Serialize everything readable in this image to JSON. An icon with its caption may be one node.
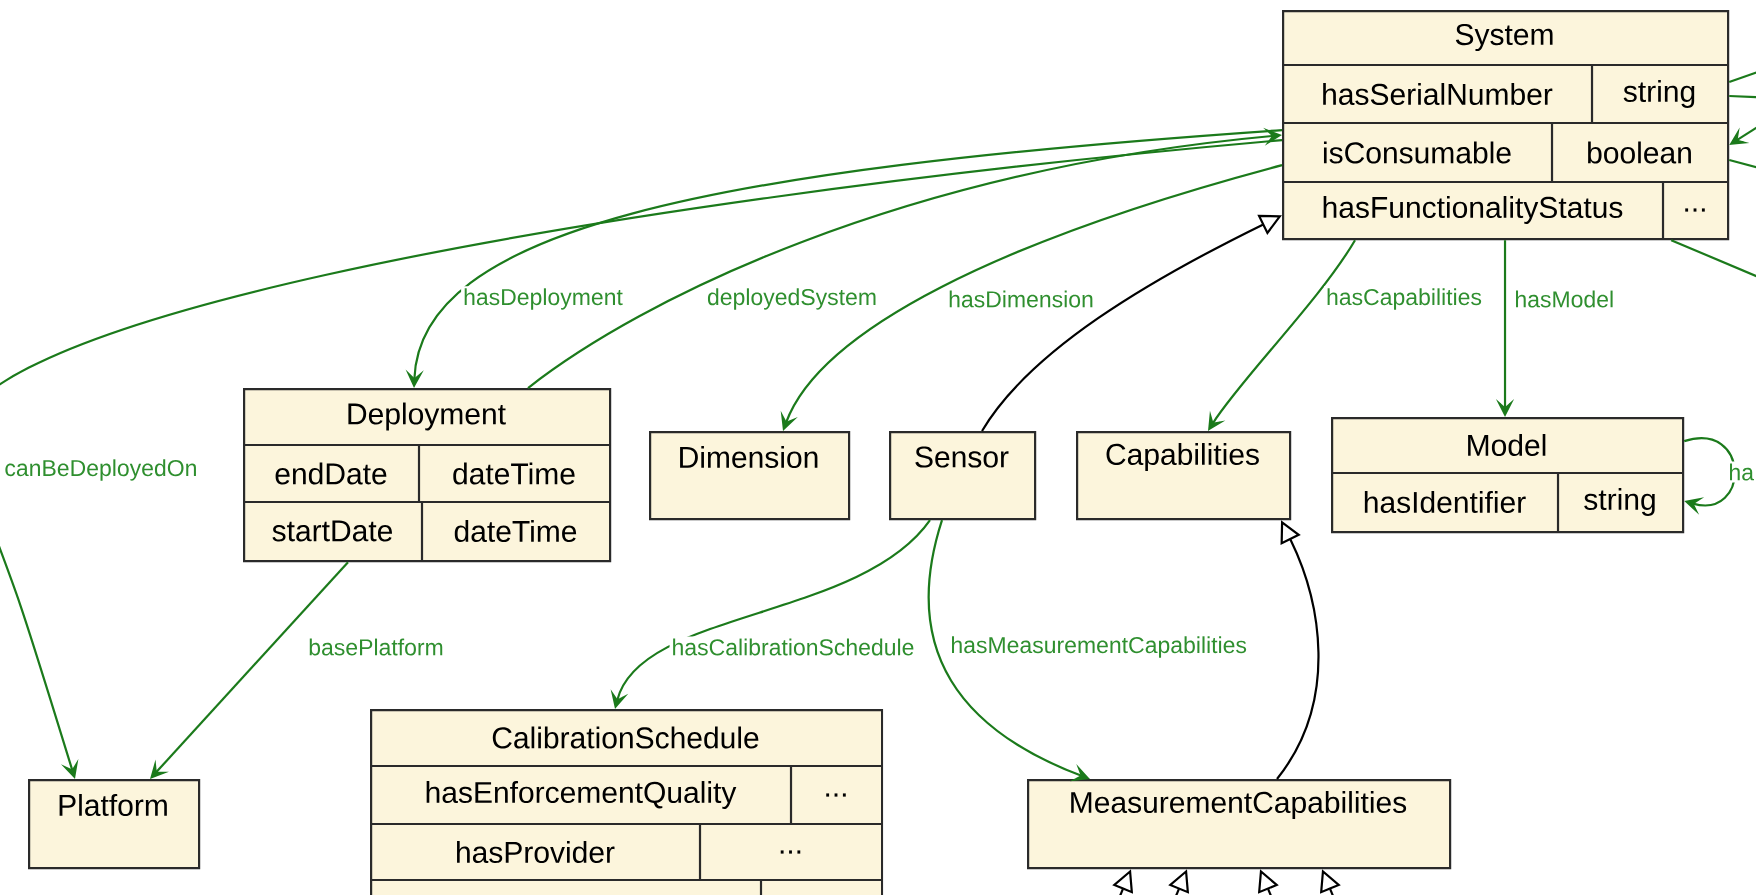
{
  "diagram": {
    "nodes": [
      {
        "text": [
          "System",
          "hasSerialNumber",
          "string",
          "isConsumable",
          "boolean",
          "hasFunctionalityStatus",
          "..."
        ]
      },
      {
        "text": [
          "Deployment",
          "endDate",
          "dateTime",
          "startDate",
          "dateTime"
        ]
      },
      {
        "text": [
          "Dimension"
        ]
      },
      {
        "text": [
          "Sensor"
        ]
      },
      {
        "text": [
          "Capabilities"
        ]
      },
      {
        "text": [
          "Model",
          "hasIdentifier",
          "string"
        ]
      },
      {
        "text": [
          "Platform"
        ]
      },
      {
        "text": [
          "CalibrationSchedule",
          "hasEnforcementQuality",
          "...",
          "hasProvider",
          "..."
        ]
      },
      {
        "text": [
          "MeasurementCapabilities"
        ]
      }
    ],
    "edges": [
      {
        "from": 0,
        "to": 6,
        "arrow": "to",
        "label": "canBeDeployedOn"
      },
      {
        "from": 0,
        "to": 1,
        "arrow": "to",
        "label": "hasDeployment"
      },
      {
        "from": 1,
        "to": 0,
        "arrow": "to",
        "label": "deployedSystem"
      },
      {
        "from": 0,
        "to": 2,
        "arrow": "to",
        "label": "hasDimension"
      },
      {
        "from": 3,
        "to": 0,
        "arrow": "to",
        "color": "#000000"
      },
      {
        "from": 0,
        "to": 4,
        "arrow": "to",
        "label": "hasCapabilities"
      },
      {
        "from": 0,
        "to": 5,
        "arrow": "to",
        "label": "hasModel"
      },
      {
        "from": 5,
        "to": 5,
        "arrow": "to",
        "label": "ha"
      },
      {
        "from": 1,
        "to": 6,
        "arrow": "to",
        "label": "basePlatform"
      },
      {
        "from": 3,
        "to": 7,
        "arrow": "to",
        "label": "hasCalibrationSchedule"
      },
      {
        "from": 3,
        "to": 8,
        "arrow": "to",
        "label": "hasMeasurementCapabilities"
      },
      {
        "from": 8,
        "to": 4,
        "arrow": "to",
        "color": "#000000"
      },
      {
        "from": 0,
        "to": null,
        "arrow": "none"
      },
      {
        "from": 0,
        "to": null,
        "arrow": "none"
      },
      {
        "from": null,
        "to": 0,
        "arrow": "to"
      },
      {
        "from": 0,
        "to": null,
        "arrow": "none"
      },
      {
        "from": 0,
        "to": null,
        "arrow": "none"
      },
      {
        "from": null,
        "to": 8,
        "arrow": "to",
        "color": "#000000"
      },
      {
        "from": null,
        "to": 8,
        "arrow": "to",
        "color": "#000000"
      },
      {
        "from": null,
        "to": 8,
        "arrow": "to",
        "color": "#000000"
      },
      {
        "from": null,
        "to": 8,
        "arrow": "to",
        "color": "#000000"
      }
    ]
  }
}
